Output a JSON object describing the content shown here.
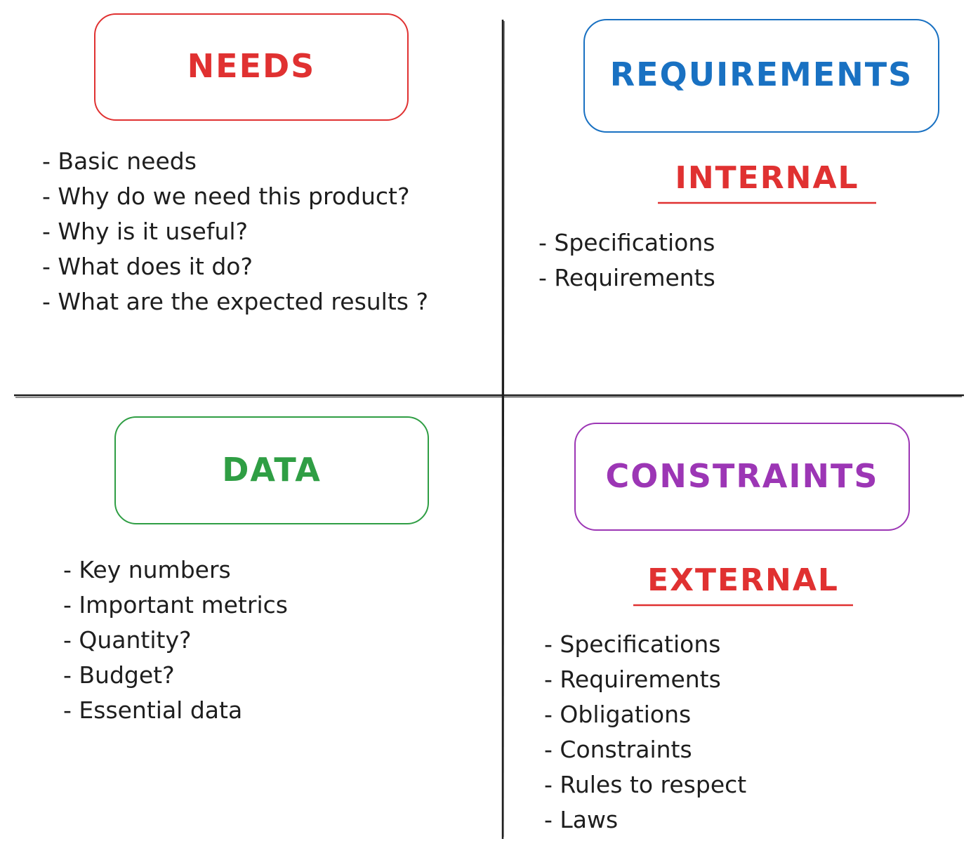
{
  "colors": {
    "needs": "#e03131",
    "requirements": "#1971c2",
    "data": "#2f9e44",
    "constraints": "#9c36b5",
    "subheading": "#e03131",
    "text": "#1e1e1e"
  },
  "needs": {
    "title": "NEEDS",
    "items": [
      "- Basic needs",
      "- Why do we need this product?",
      "- Why is it useful?",
      "- What does it do?",
      "- What are the expected results ?"
    ]
  },
  "requirements": {
    "title": "REQUIREMENTS",
    "subheading": "INTERNAL",
    "items": [
      "- Specifications",
      "- Requirements"
    ]
  },
  "data": {
    "title": "DATA",
    "items": [
      "- Key numbers",
      "- Important metrics",
      "- Quantity?",
      "- Budget?",
      "- Essential data"
    ]
  },
  "constraints": {
    "title": "CONSTRAINTS",
    "subheading": "EXTERNAL",
    "items": [
      "- Specifications",
      "- Requirements",
      "- Obligations",
      "- Constraints",
      "- Rules to respect",
      "- Laws"
    ]
  }
}
